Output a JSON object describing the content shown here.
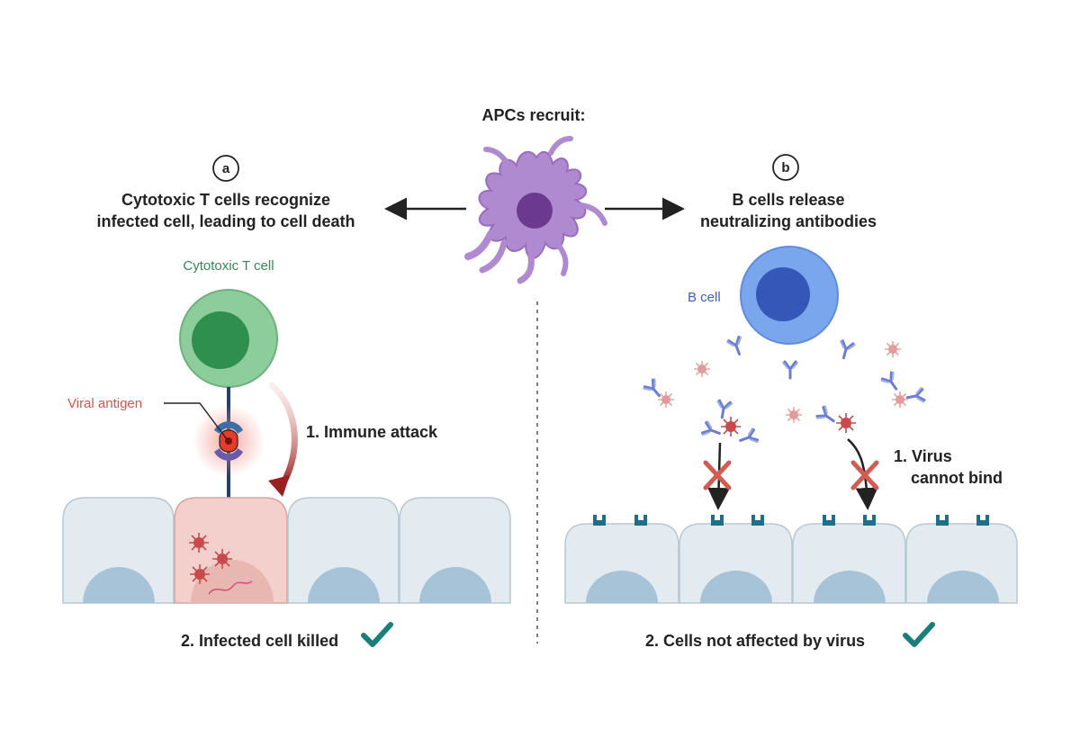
{
  "header": {
    "apc_title": "APCs recruit:"
  },
  "panel_a": {
    "marker": "a",
    "title_line1": "Cytotoxic T cells recognize",
    "title_line2": "infected cell, leading to cell death",
    "tcell_label": "Cytotoxic T cell",
    "antigen_label": "Viral antigen",
    "step1": "1. Immune attack",
    "step2": "2. Infected cell killed"
  },
  "panel_b": {
    "marker": "b",
    "title_line1": "B cells release",
    "title_line2": "neutralizing antibodies",
    "bcell_label": "B cell",
    "step1_line1": "1. Virus",
    "step1_line2": "cannot bind",
    "step2": "2. Cells not affected by virus"
  },
  "colors": {
    "apc": "#9b6bbf",
    "tcell": "#7fc48e",
    "bcell": "#6f9fe8",
    "virus": "#c94a4a",
    "antibody": "#6a7fcf",
    "epithelium": "#e3ebf0",
    "infected": "#f4d0cc",
    "receptor": "#1f6f8b",
    "check": "#1a7f7a",
    "cross": "#d25b52"
  }
}
